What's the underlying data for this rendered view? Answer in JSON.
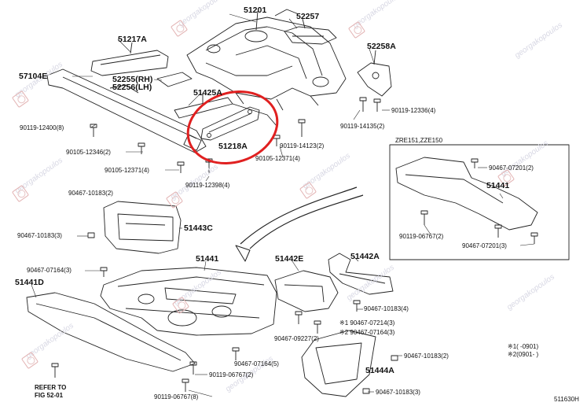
{
  "parts": {
    "p51201": "51201",
    "p52257": "52257",
    "p51217A": "51217A",
    "p52258A": "52258A",
    "p57104E": "57104E",
    "p52255RH": "52255(RH)",
    "p52256LH": "52256(LH)",
    "p51425A": "51425A",
    "p51218A": "51218A",
    "p51443C": "51443C",
    "p51441_main": "51441",
    "p51442E": "51442E",
    "p51442A": "51442A",
    "p51441D": "51441D",
    "p51441_inset": "51441",
    "p51444A": "51444A"
  },
  "bolts": {
    "b12336": "90119-12336(4)",
    "b12400": "90119-12400(8)",
    "b14135": "90119-14135(2)",
    "b12346": "90105-12346(2)",
    "b14123": "90119-14123(2)",
    "b12371a": "90105-12371(4)",
    "b12371b": "90105-12371(4)",
    "b12398": "90119-12398(4)",
    "b10183_2a": "90467-10183(2)",
    "b10183_3a": "90467-10183(3)",
    "b07164_3a": "90467-07164(3)",
    "b10183_4": "90467-10183(4)",
    "b07214": "※1 90467-07214(3)",
    "b07164_3b": "※2 90467-07164(3)",
    "b09227": "90467-09227(2)",
    "b07164_5": "90467-07164(5)",
    "b06767_2": "90119-06767(2)",
    "b10183_2b": "90467-10183(2)",
    "b06767_8": "90119-06767(8)",
    "b10183_3b": "90467-10183(3)",
    "inset_07201_2": "90467-07201(2)",
    "inset_06767_2": "90119-06767(2)",
    "inset_07201_3": "90467-07201(3)"
  },
  "inset_title": "ZRE151,ZZE150",
  "refer_note": "REFER TO\nFIG 52-01",
  "legend": {
    "line1": "※1(   -0901)",
    "line2": "※2(0901-   )"
  },
  "diagram_id": "511630H",
  "watermark": "georgakopoulos",
  "colors": {
    "highlight": "#e02020",
    "line": "#222222",
    "watermark": "#d8d8e4"
  }
}
